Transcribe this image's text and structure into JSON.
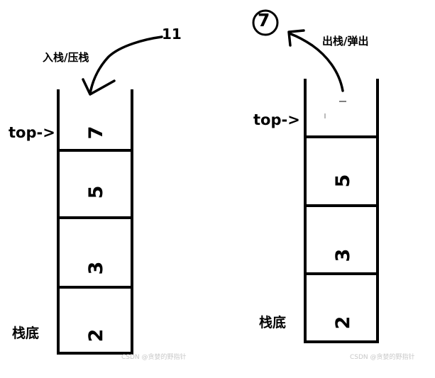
{
  "left_stack": {
    "push_label": "入栈/压栈",
    "pushed_value": "11",
    "top_label": "top->",
    "bottom_label": "栈底",
    "cells": [
      "7",
      "5",
      "3",
      "2"
    ]
  },
  "right_stack": {
    "pop_label": "出栈/弹出",
    "popped_value": "7",
    "top_label": "top->",
    "bottom_label": "栈底",
    "cells": [
      "5",
      "3",
      "2"
    ]
  },
  "watermarks": [
    "CSDN @贪婪的野指针",
    "CSDN @贪婪的野指针"
  ]
}
